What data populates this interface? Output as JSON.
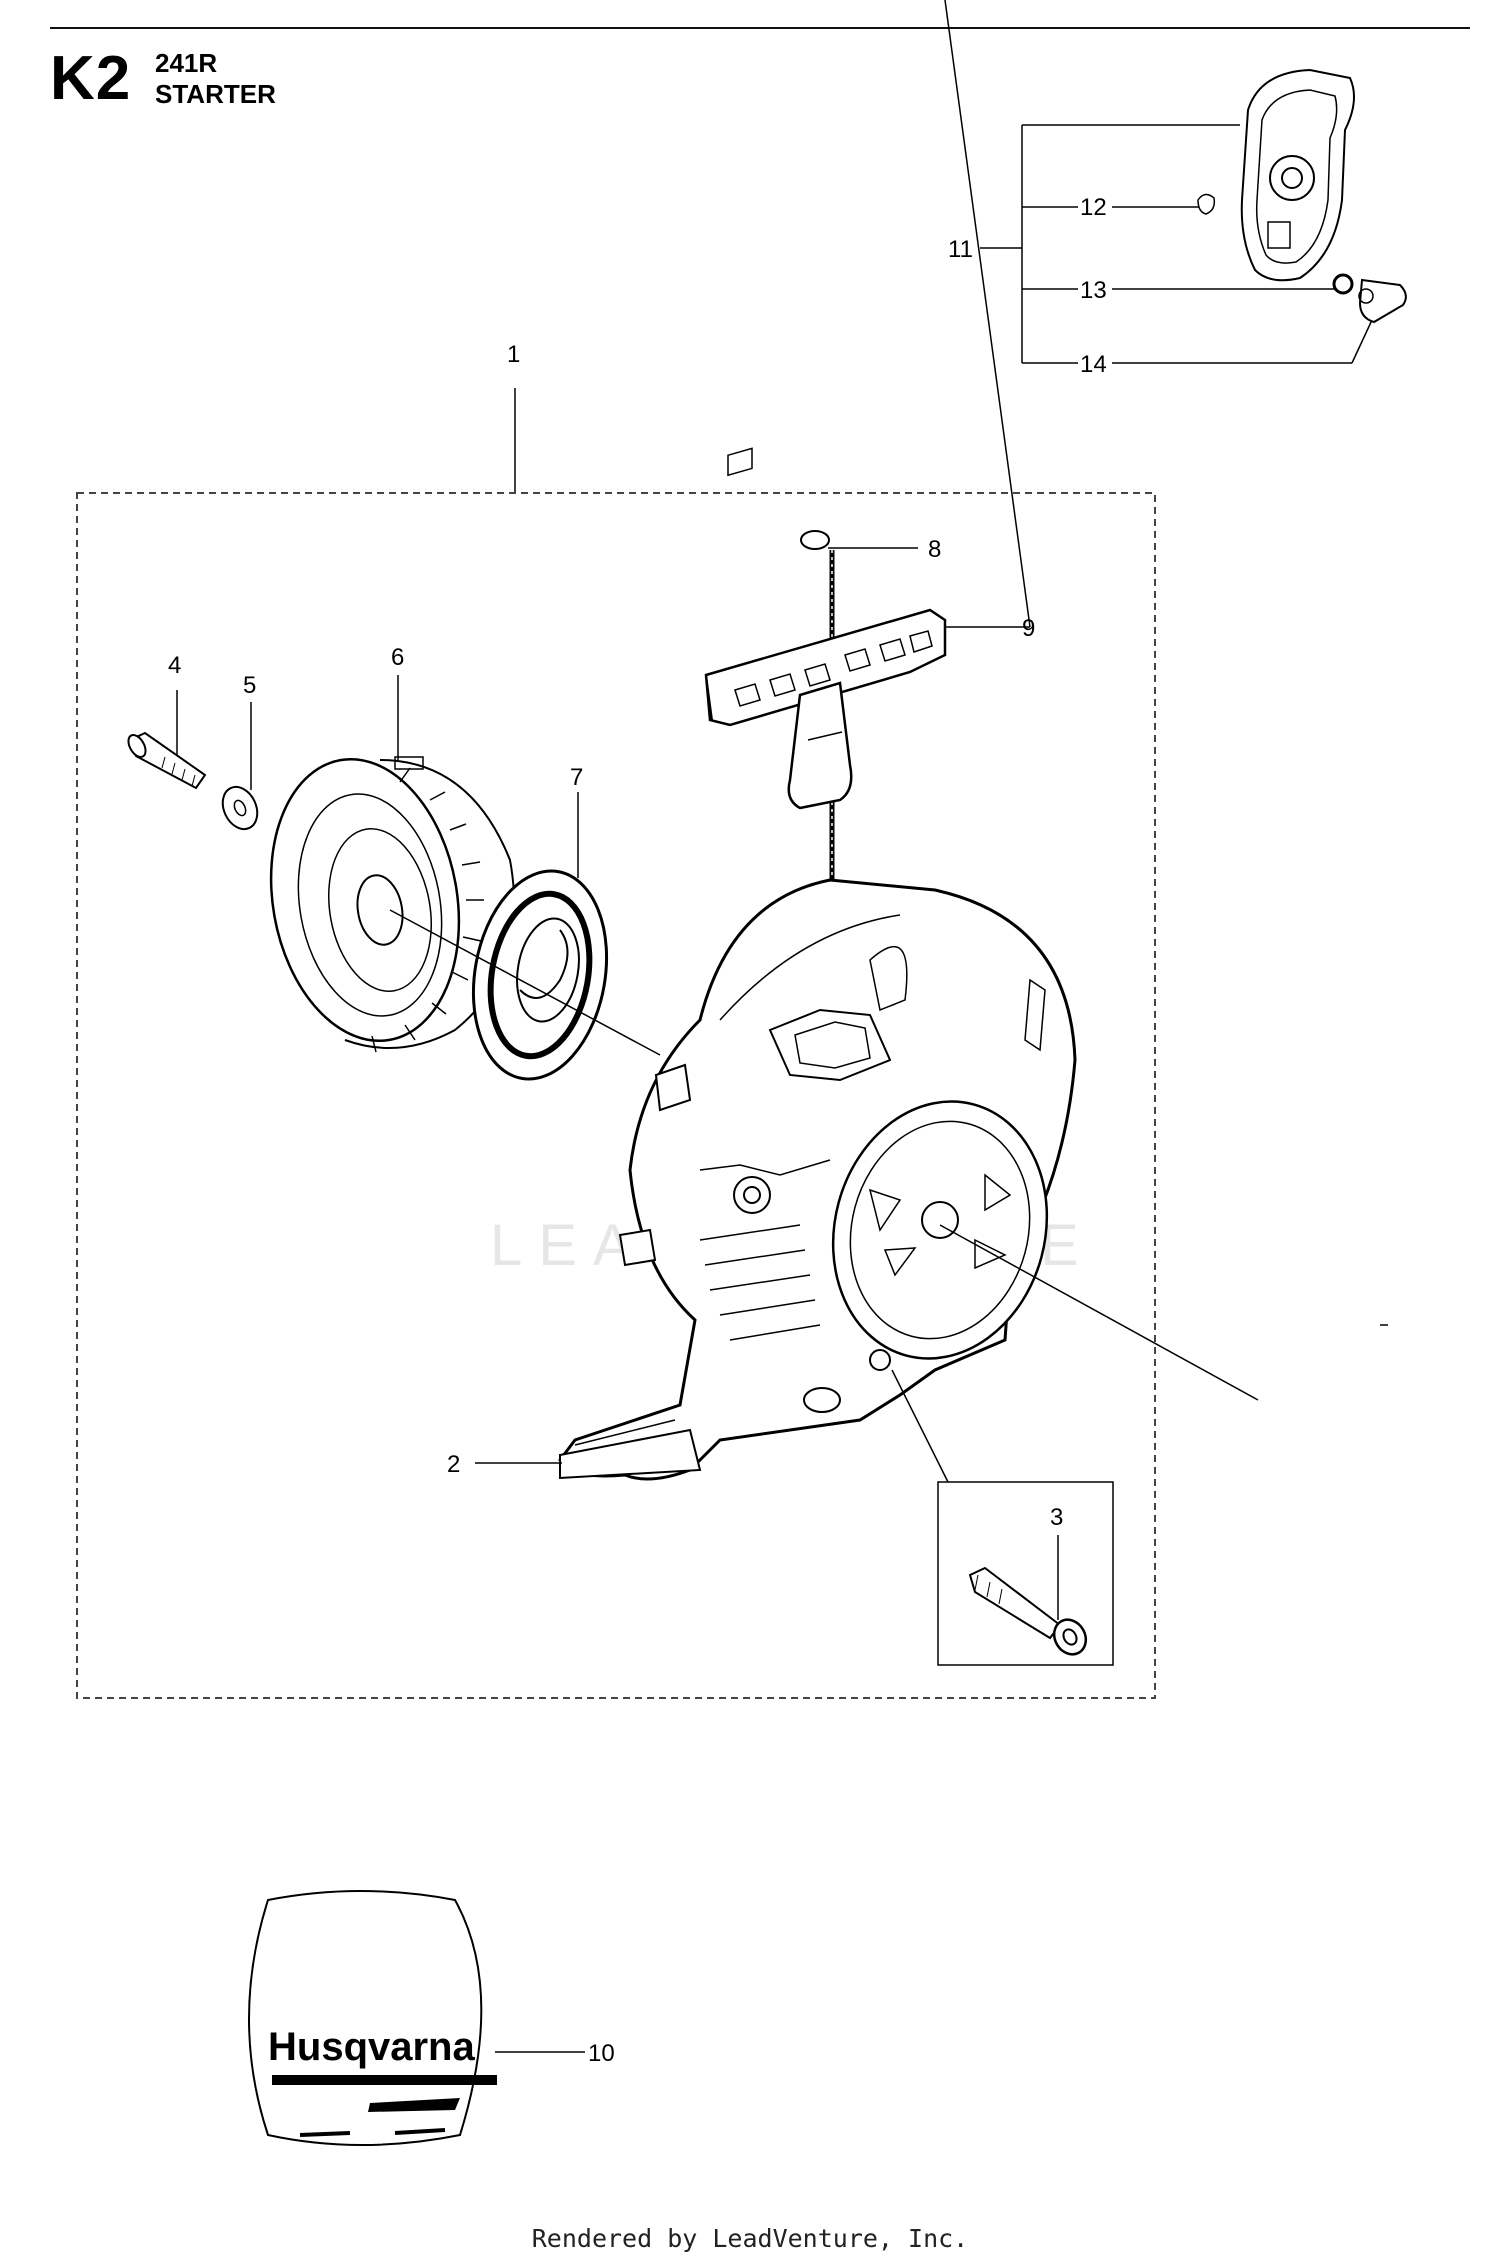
{
  "header": {
    "code": "K2",
    "model": "241R",
    "section": "STARTER"
  },
  "callouts": [
    "1",
    "2",
    "3",
    "4",
    "5",
    "6",
    "7",
    "8",
    "9",
    "10",
    "11",
    "12",
    "13",
    "14"
  ],
  "decal": {
    "brand": "Husqvarna"
  },
  "watermark": {
    "text": "LEADVENTURE"
  },
  "footer": {
    "text": "Rendered by LeadVenture, Inc."
  }
}
